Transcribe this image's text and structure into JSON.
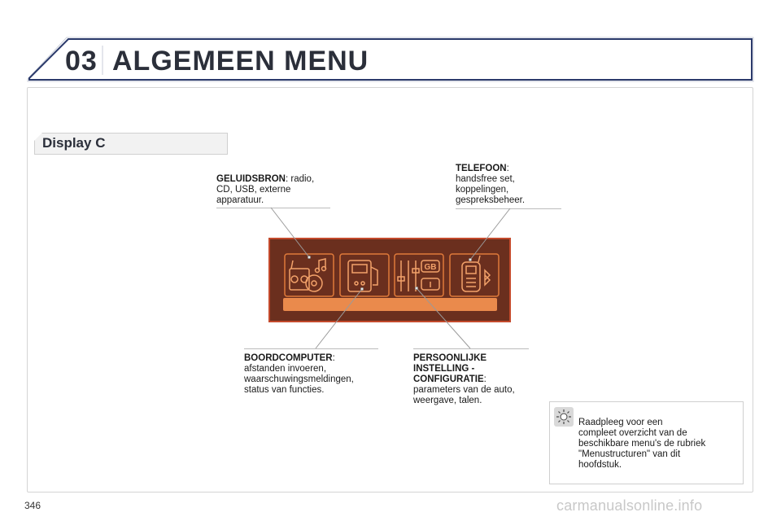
{
  "header": {
    "chapter_number": "03",
    "chapter_title": "ALGEMEEN MENU"
  },
  "section": {
    "title": "Display C"
  },
  "callouts": {
    "geluidsbron": {
      "term": "GELUIDSBRON",
      "sep": ": ",
      "l1": "radio,",
      "l2": "CD, USB, externe",
      "l3": "apparatuur."
    },
    "telefoon": {
      "term": "TELEFOON",
      "sep": ":",
      "l1": "handsfree set,",
      "l2": "koppelingen,",
      "l3": "gespreksbeheer."
    },
    "boordcomputer": {
      "term": "BOORDCOMPUTER",
      "sep": ":",
      "l1": "afstanden invoeren,",
      "l2": "waarschuwingsmeldingen,",
      "l3": "status van functies."
    },
    "persoonlijke": {
      "term1": "PERSOONLIJKE",
      "term2": "INSTELLING -",
      "term3": "CONFIGURATIE",
      "sep": ":",
      "l1": "parameters van de auto,",
      "l2": "weergave, talen."
    }
  },
  "display": {
    "background": "#6b2f1e",
    "border": "#c44a2c",
    "icon_frame": "#e07a3a",
    "bar": "#ea8a4c",
    "lang_top": "GB",
    "lang_bottom": "I"
  },
  "tip": {
    "icon": "sun-tip-icon",
    "l1": "Raadpleeg voor een",
    "l2": "compleet overzicht van de",
    "l3": "beschikbare menu's de rubriek",
    "l4": "\"Menustructuren\" van dit",
    "l5": "hoofdstuk."
  },
  "footer": {
    "page_number": "346",
    "watermark": "carmanualsonline.info"
  }
}
